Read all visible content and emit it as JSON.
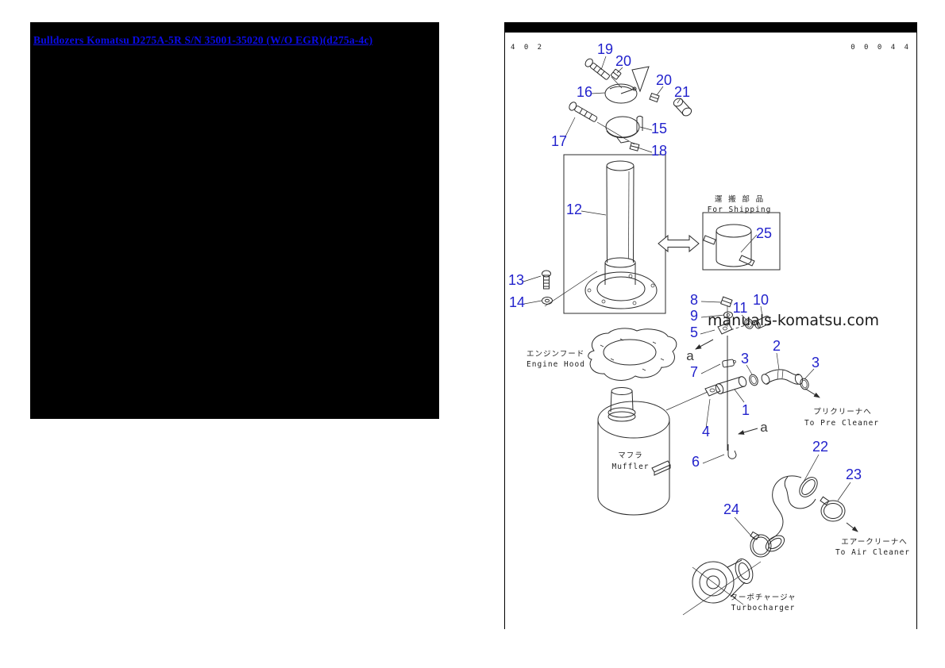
{
  "left_panel": {
    "link_text": "Bulldozers Komatsu D275A-5R S/N 35001-35020 (W/O EGR)(d275a-4c)"
  },
  "diagram_page": {
    "header_left": "4 0 2",
    "header_right": "0 0 0 4 4",
    "watermark": "manuals-komatsu.com",
    "labels": {
      "for_shipping_jp": "運 搬 部 品",
      "for_shipping_en": "For Shipping",
      "engine_hood_jp": "エンジンフード",
      "engine_hood_en": "Engine Hood",
      "muffler_jp": "マフラ",
      "muffler_en": "Muffler",
      "to_pre_cleaner_jp": "プリクリーナへ",
      "to_pre_cleaner_en": "To Pre Cleaner",
      "to_air_cleaner_jp": "エアークリーナへ",
      "to_air_cleaner_en": "To Air Cleaner",
      "turbocharger_jp": "ターボチャージャ",
      "turbocharger_en": "Turbocharger"
    },
    "callouts": {
      "c19": "19",
      "c20a": "20",
      "c20b": "20",
      "c21": "21",
      "c16": "16",
      "c15": "15",
      "c17": "17",
      "c18": "18",
      "c12": "12",
      "c13": "13",
      "c14": "14",
      "c25": "25",
      "c8": "8",
      "c9": "9",
      "c11": "11",
      "c10": "10",
      "c5": "5",
      "ca1": "a",
      "c7": "7",
      "c2": "2",
      "c3a": "3",
      "c3b": "3",
      "c1": "1",
      "c4": "4",
      "ca2": "a",
      "c6": "6",
      "c22": "22",
      "c23": "23",
      "c24": "24"
    },
    "colors": {
      "callout_blue": "#2222cc",
      "link_blue": "#0b0be8",
      "line": "#2b2b2b",
      "panel_black": "#000000"
    }
  }
}
